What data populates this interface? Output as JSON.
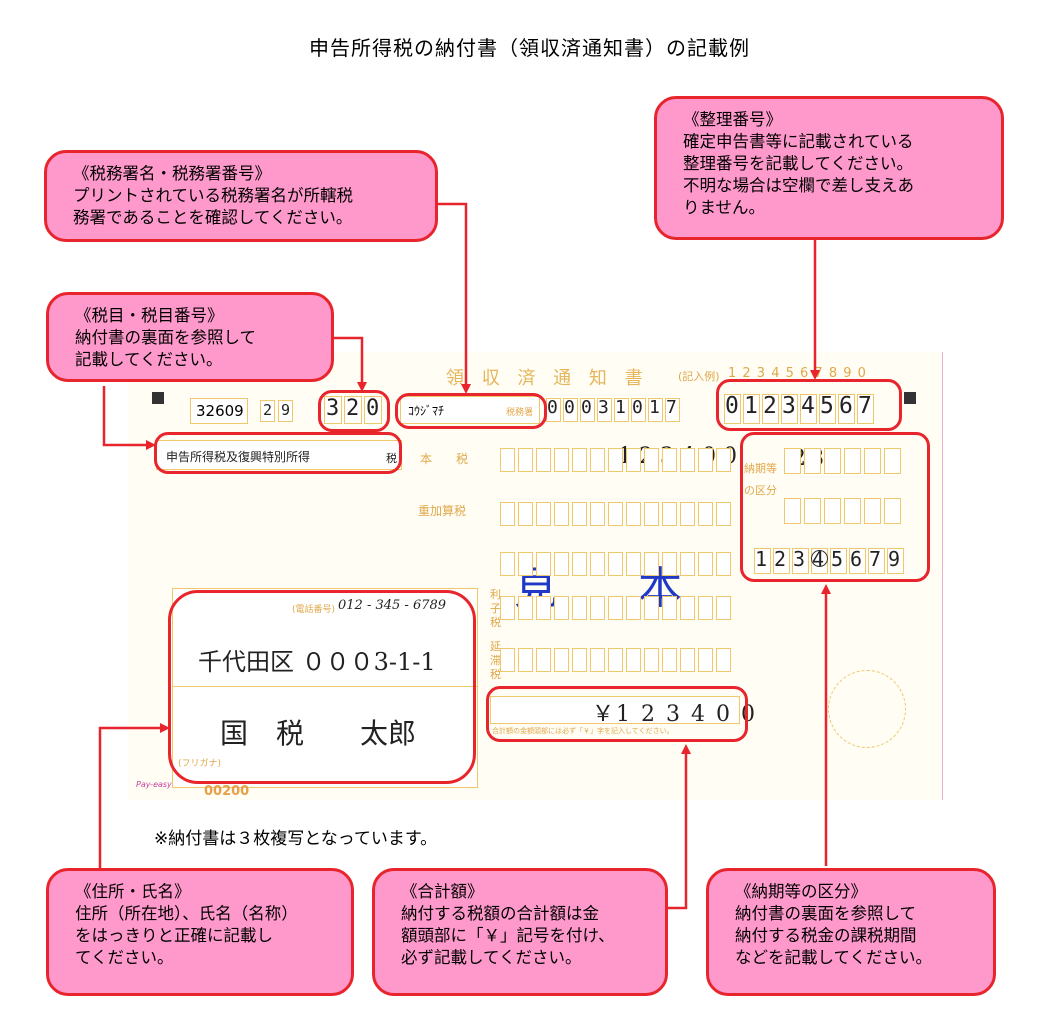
{
  "page": {
    "title": "申告所得税の納付書（領収済通知書）の記載例",
    "note": "※納付書は３枚複写となっています。"
  },
  "colors": {
    "callout_fill": "#ff99cc",
    "callout_border": "#e8242c",
    "form_line": "#eec86a",
    "sample_text": "#2038c8"
  },
  "form": {
    "header_text": "領 収 済 通 知 書",
    "fill_example_label": "(記入例)",
    "fill_example_digits": "1 2 3 4 5 6 7 8 9 0",
    "tax_office_number": "32609",
    "year": [
      "2",
      "9"
    ],
    "tax_item_number": [
      "3",
      "2",
      "0"
    ],
    "tax_office_name": "ｺｳｼﾞﾏﾁ",
    "tax_office_suffix": "税務署",
    "account_number": [
      "0",
      "0",
      "0",
      "3",
      "1",
      "0",
      "1",
      "7"
    ],
    "reference_number": [
      "0",
      "1",
      "2",
      "3",
      "4",
      "5",
      "6",
      "7"
    ],
    "tax_item_name": "申告所得税及復興特別所得",
    "tax_item_tail": "税",
    "main_tax_label": "本　　税",
    "main_tax_digits": [
      "1",
      "2",
      "3",
      "4",
      "0",
      "0"
    ],
    "additional_tax_label": "重加算税",
    "interest_tax_label": "利子税",
    "delinquency_tax_label": "延滞税",
    "sample_stamp": "見　本",
    "period_label": "納期等の区分",
    "period_value": "28",
    "division_digits": [
      "1",
      "2",
      "3",
      "4",
      "5",
      "6",
      "7",
      "9"
    ],
    "division_circled": "4",
    "phone": "012 - 345 - 6789",
    "phone_label": "(電話番号)",
    "address": "千代田区 ０００3-1-1",
    "name": "国　税　　太郎",
    "furigana_label": "(フリガナ)",
    "total_amount": "￥1 2 3 4 0 0",
    "total_note": "合計額の金額頭部には必ず「￥」字を記入してください。",
    "code_label": "00200",
    "payeasy_label": "Pay-easy"
  },
  "callouts": {
    "zeimusho": {
      "heading": "《税務署名・税務署番号》",
      "body": "プリントされている税務署名が所轄税\n務署であることを確認してください。"
    },
    "zeimoku": {
      "heading": "《税目・税目番号》",
      "body": "納付書の裏面を参照して\n記載してください。"
    },
    "seiri": {
      "heading": "《整理番号》",
      "body": "確定申告書等に記載されている\n整理番号を記載してください。\n不明な場合は空欄で差し支えあ\nりません。"
    },
    "jusho": {
      "heading": "《住所・氏名》",
      "body": "住所（所在地）、氏名（名称）\nをはっきりと正確に記載し\nてください。"
    },
    "gokei": {
      "heading": "《合計額》",
      "body": "納付する税額の合計額は金\n額頭部に「￥」記号を付け、\n必ず記載してください。"
    },
    "nouki": {
      "heading": "《納期等の区分》",
      "body": "納付書の裏面を参照して\n納付する税金の課税期間\nなどを記載してください。"
    }
  }
}
